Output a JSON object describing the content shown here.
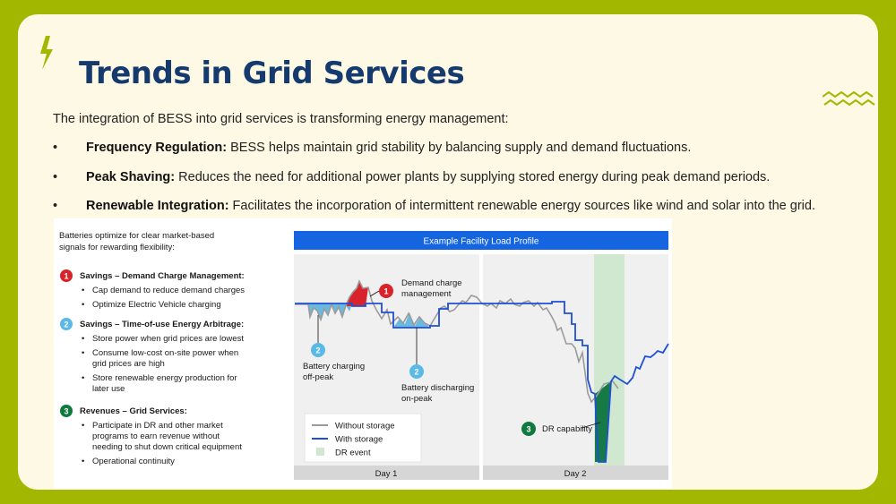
{
  "slide": {
    "title": "Trends in Grid Services",
    "intro": "The integration of BESS into grid services is transforming energy management:",
    "bullets": [
      {
        "marker": "•",
        "bold": "Frequency Regulation:",
        "text": " BESS helps maintain grid stability by balancing supply and demand fluctuations."
      },
      {
        "marker": "•",
        "bold": "Peak Shaving:",
        "text": " Reduces the need for additional power plants by supplying stored energy during peak demand periods."
      },
      {
        "marker": "•",
        "bold": "Renewable Integration:",
        "text": " Facilitates the incorporation of intermittent renewable energy sources like wind and solar into the grid."
      }
    ],
    "decor": {
      "top_left": "lightning-bolt-icon",
      "right": "zigzag-wave-icon"
    },
    "colors": {
      "frame": "#a2b800",
      "background": "#fdf9e4",
      "title": "#153a6e"
    }
  },
  "figure": {
    "left": {
      "intro_lines": [
        "Batteries optimize for clear market-based",
        "signals for rewarding flexibility:"
      ],
      "sections": [
        {
          "num": "1",
          "color": "#d8232a",
          "title": "Savings – Demand Charge Management:",
          "items": [
            [
              "Cap demand to reduce demand charges"
            ],
            [
              "Optimize Electric Vehicle charging"
            ]
          ]
        },
        {
          "num": "2",
          "color": "#5ab9e6",
          "title": "Savings – Time-of-use Energy Arbitrage:",
          "items": [
            [
              "Store power when grid prices are lowest"
            ],
            [
              "Consume low-cost on-site power when",
              "grid prices are high"
            ],
            [
              "Store renewable energy production for",
              "later use"
            ]
          ]
        },
        {
          "num": "3",
          "color": "#0f7a3e",
          "title": "Revenues – Grid Services:",
          "items": [
            [
              "Participate in DR and other market",
              "programs to earn revenue without",
              "needing to shut down critical equipment"
            ],
            [
              "Operational continuity"
            ]
          ]
        }
      ]
    },
    "chart": {
      "title": "Example Facility Load Profile",
      "panels": [
        "Day 1",
        "Day 2"
      ],
      "callouts": [
        {
          "num": "1",
          "lines": [
            "Demand charge",
            "management"
          ]
        },
        {
          "num": "2",
          "lines": [
            "Battery charging",
            "off-peak"
          ]
        },
        {
          "num": "2",
          "lines": [
            "Battery discharging",
            "on-peak"
          ]
        },
        {
          "num": "3",
          "lines": [
            "DR capability"
          ]
        }
      ],
      "legend": [
        {
          "label": "Without storage",
          "color": "#9b9b9b",
          "kind": "line"
        },
        {
          "label": "With storage",
          "color": "#1f4fd6",
          "kind": "line"
        },
        {
          "label": "DR event",
          "color": "#cfe8cf",
          "kind": "box"
        }
      ],
      "colors": {
        "header": "#1565e0",
        "panel": "#f0f0f0",
        "axis_band": "#d6d6d6",
        "without": "#9b9b9b",
        "with": "#1f4fd6",
        "charge_fill": "#6ab9de",
        "peak_fill": "#d8232a",
        "dr_fill": "#167a46"
      }
    }
  }
}
